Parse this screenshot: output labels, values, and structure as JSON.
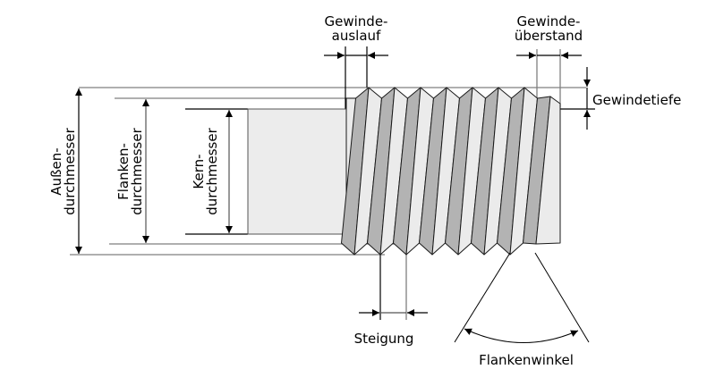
{
  "title": "Gewinde-Maße",
  "labels": {
    "aussen_line1": "Außen-",
    "aussen_line2": "durchmesser",
    "flanken_line1": "Flanken-",
    "flanken_line2": "durchmesser",
    "kern_line1": "Kern-",
    "kern_line2": "durchmesser",
    "auslauf_line1": "Gewinde-",
    "auslauf_line2": "auslauf",
    "ueberstand_line1": "Gewinde-",
    "ueberstand_line2": "überstand",
    "gewindetiefe": "Gewindetiefe",
    "steigung": "Steigung",
    "flankenwinkel": "Flankenwinkel"
  },
  "thread": {
    "turns": 8,
    "colors": {
      "dark_flank": "#b3b3b3",
      "light_flank": "#ebebeb",
      "core": "#ececec",
      "outline": "#1a1a1a",
      "dim_line": "#7f7f7f"
    }
  }
}
